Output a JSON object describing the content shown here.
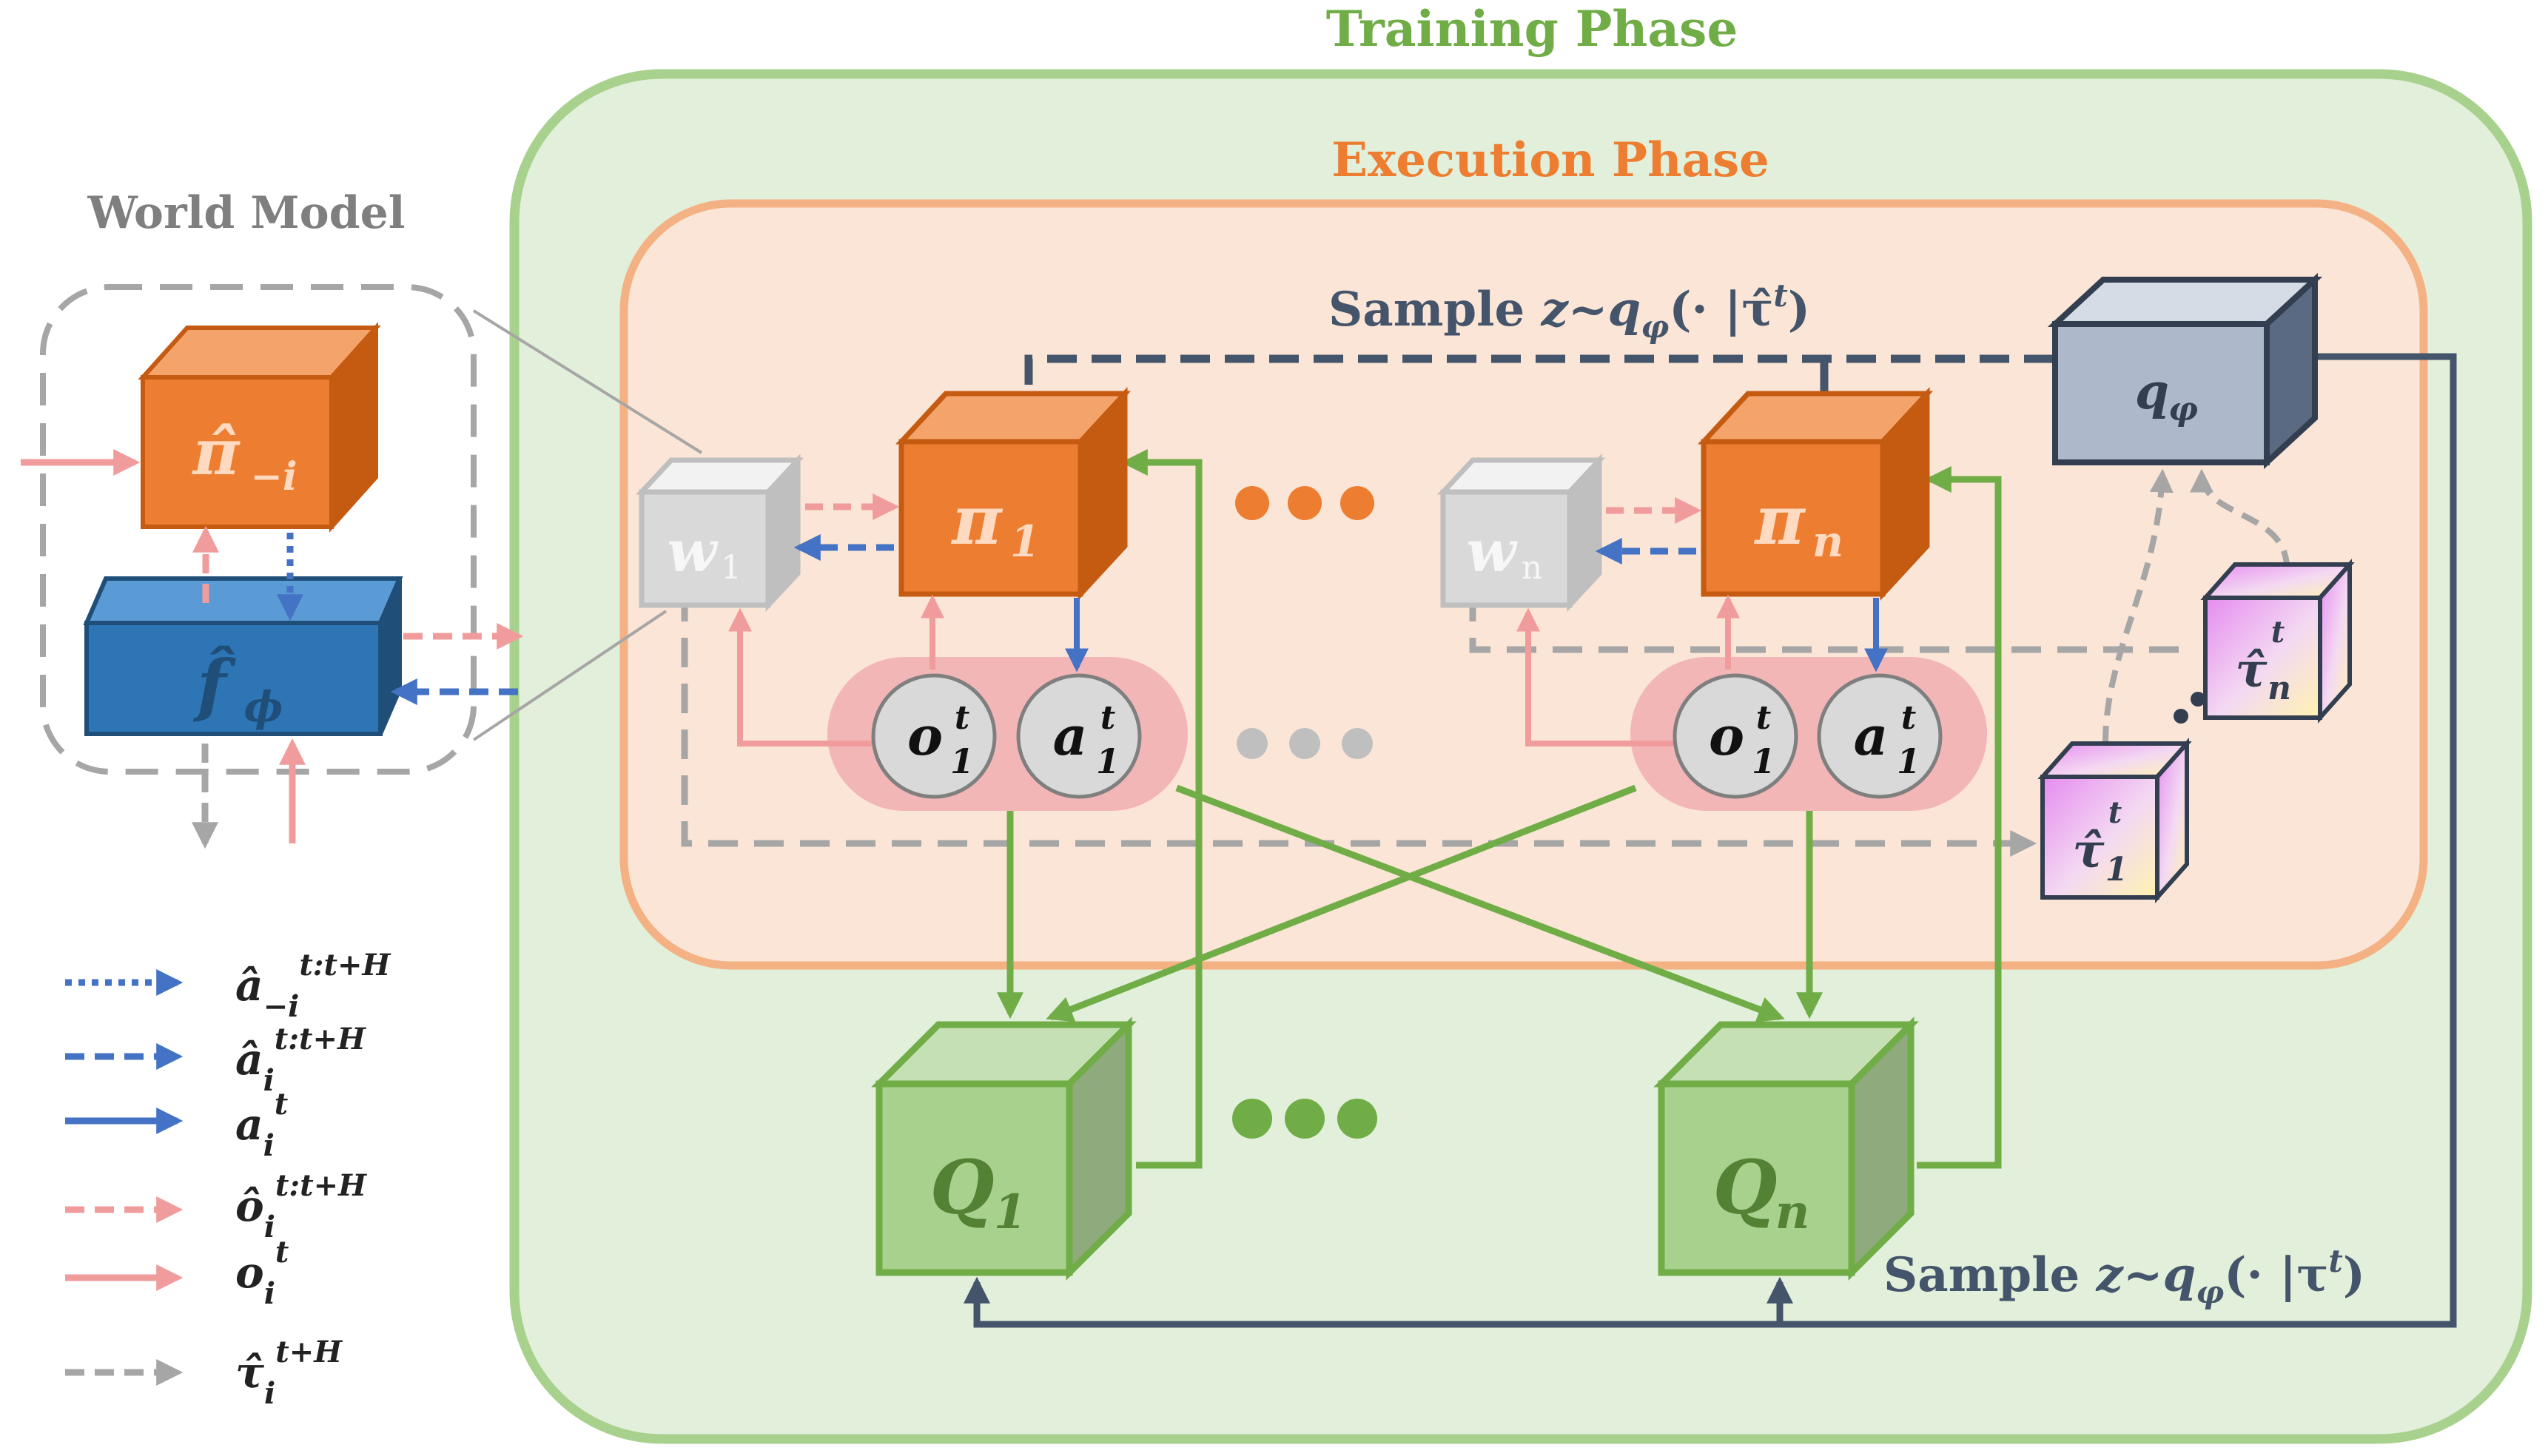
{
  "titles": {
    "training": "Training Phase",
    "execution": "Execution Phase",
    "world_model": "World Model"
  },
  "labels": {
    "pi_hat": "π̂",
    "pi_hat_sub": "−i",
    "f_hat": "f̂",
    "f_hat_sub": "ϕ",
    "pi": "π",
    "pi1_sub": "1",
    "pin_sub": "n",
    "w": "w",
    "w1_sub": "1",
    "wn_sub": "n",
    "q": "q",
    "q_sub": "φ",
    "Q": "Q",
    "Q1_sub": "1",
    "Qn_sub": "n",
    "o": "o",
    "a": "a",
    "obs_sup": "t",
    "obs_sub": "1",
    "tau": "τ̂",
    "tau1_sub": "1",
    "taun_sub": "n",
    "tau_sup": "t"
  },
  "sample_top": {
    "prefix": "Sample ",
    "expr": "z~q",
    "sub": "φ",
    "rest": "(· |τ̂",
    "sup": "t",
    "close": ")"
  },
  "sample_bottom": {
    "prefix": "Sample ",
    "expr": "z~q",
    "sub": "φ",
    "rest": "(· |τ",
    "sup": "t",
    "close": ")"
  },
  "legend": [
    {
      "base": "â",
      "sub": "−i",
      "sup": "t:t+H",
      "style": "dotted",
      "color": "#4472c4"
    },
    {
      "base": "â",
      "sub": "i",
      "sup": "t:t+H",
      "style": "dashed",
      "color": "#4472c4"
    },
    {
      "base": "a",
      "sub": "i",
      "sup": "t",
      "style": "solid",
      "color": "#4472c4"
    },
    {
      "base": "ô",
      "sub": "i",
      "sup": "t:t+H",
      "style": "dashed",
      "color": "#f09c9c"
    },
    {
      "base": "o",
      "sub": "i",
      "sup": "t",
      "style": "solid",
      "color": "#f09c9c"
    },
    {
      "base": "τ̂",
      "sub": "i",
      "sup": "t+H",
      "style": "dashed",
      "color": "#a6a6a6"
    }
  ],
  "colors": {
    "orange": "#ed7d31",
    "blue": "#2e75b6",
    "green": "#70ad47",
    "navy": "#44546a",
    "pink": "#f09c9c",
    "gray": "#a6a6a6",
    "train_fill": "#e2efda",
    "exec_fill": "#fbe5d6"
  }
}
